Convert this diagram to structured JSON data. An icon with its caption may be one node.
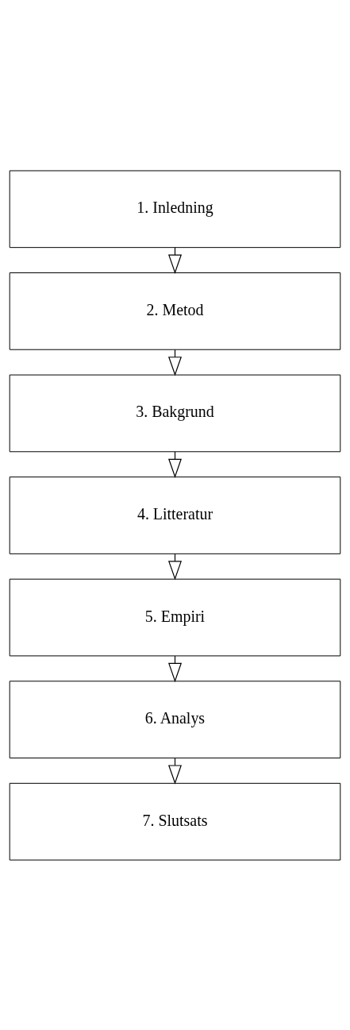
{
  "diagram": {
    "nodes": [
      {
        "text": [
          "1. Inledning"
        ]
      },
      {
        "text": [
          "2. Metod"
        ]
      },
      {
        "text": [
          "3. Bakgrund"
        ]
      },
      {
        "text": [
          "4. Litteratur"
        ]
      },
      {
        "text": [
          "5. Empiri"
        ]
      },
      {
        "text": [
          "6. Analys"
        ]
      },
      {
        "text": [
          "7. Slutsats"
        ]
      }
    ],
    "edges": [
      {
        "from": 0,
        "to": 1,
        "arrow": "to"
      },
      {
        "from": 1,
        "to": 2,
        "arrow": "to"
      },
      {
        "from": 2,
        "to": 3,
        "arrow": "to"
      },
      {
        "from": 3,
        "to": 4,
        "arrow": "to"
      },
      {
        "from": 4,
        "to": 5,
        "arrow": "to"
      },
      {
        "from": 5,
        "to": 6,
        "arrow": "to"
      }
    ]
  }
}
